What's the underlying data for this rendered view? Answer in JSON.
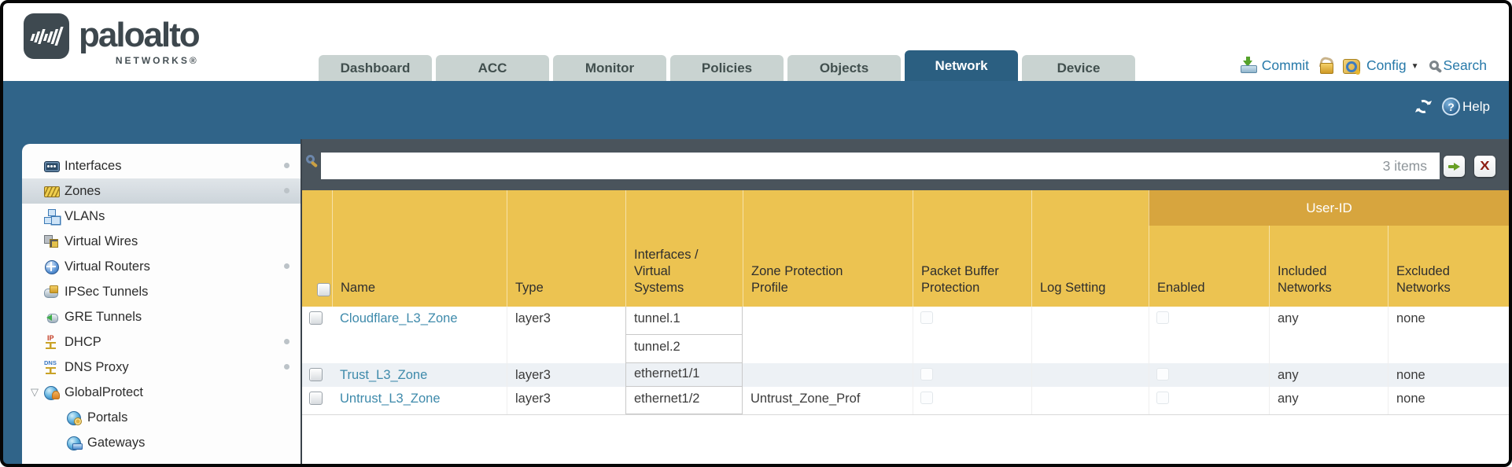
{
  "header": {
    "logo": {
      "brand": "paloalto",
      "sub": "NETWORKS®"
    },
    "tabs": [
      {
        "label": "Dashboard",
        "selected": false
      },
      {
        "label": "ACC",
        "selected": false
      },
      {
        "label": "Monitor",
        "selected": false
      },
      {
        "label": "Policies",
        "selected": false
      },
      {
        "label": "Objects",
        "selected": false
      },
      {
        "label": "Network",
        "selected": true
      },
      {
        "label": "Device",
        "selected": false
      }
    ],
    "actions": {
      "commit": "Commit",
      "config": "Config",
      "search": "Search"
    }
  },
  "toolbar": {
    "help": "Help"
  },
  "sidebar": {
    "items": [
      {
        "label": "Interfaces",
        "icon": "interfaces-icon",
        "selected": false,
        "dot": true,
        "child": false,
        "expander": false
      },
      {
        "label": "Zones",
        "icon": "zones-icon",
        "selected": true,
        "dot": true,
        "child": false,
        "expander": false
      },
      {
        "label": "VLANs",
        "icon": "vlans-icon",
        "selected": false,
        "dot": false,
        "child": false,
        "expander": false
      },
      {
        "label": "Virtual Wires",
        "icon": "virtual-wires-icon",
        "selected": false,
        "dot": false,
        "child": false,
        "expander": false
      },
      {
        "label": "Virtual Routers",
        "icon": "virtual-routers-icon",
        "selected": false,
        "dot": true,
        "child": false,
        "expander": false
      },
      {
        "label": "IPSec Tunnels",
        "icon": "ipsec-tunnels-icon",
        "selected": false,
        "dot": false,
        "child": false,
        "expander": false
      },
      {
        "label": "GRE Tunnels",
        "icon": "gre-tunnels-icon",
        "selected": false,
        "dot": false,
        "child": false,
        "expander": false
      },
      {
        "label": "DHCP",
        "icon": "dhcp-icon",
        "selected": false,
        "dot": true,
        "child": false,
        "expander": false
      },
      {
        "label": "DNS Proxy",
        "icon": "dns-proxy-icon",
        "selected": false,
        "dot": true,
        "child": false,
        "expander": false
      },
      {
        "label": "GlobalProtect",
        "icon": "globalprotect-icon",
        "selected": false,
        "dot": false,
        "child": false,
        "expander": true
      },
      {
        "label": "Portals",
        "icon": "portals-icon",
        "selected": false,
        "dot": false,
        "child": true,
        "expander": false
      },
      {
        "label": "Gateways",
        "icon": "gateways-icon",
        "selected": false,
        "dot": false,
        "child": true,
        "expander": false
      }
    ]
  },
  "filterbar": {
    "value": "",
    "placeholder": "",
    "count": "3 items"
  },
  "table": {
    "group_header": "User-ID",
    "columns": [
      {
        "label": "",
        "lines": []
      },
      {
        "label": "Name",
        "lines": [
          "Name"
        ]
      },
      {
        "label": "Type",
        "lines": [
          "Type"
        ]
      },
      {
        "label": "Interfaces / Virtual Systems",
        "lines": [
          "Interfaces /",
          "Virtual",
          "Systems"
        ]
      },
      {
        "label": "Zone Protection Profile",
        "lines": [
          "Zone Protection",
          "Profile"
        ]
      },
      {
        "label": "Packet Buffer Protection",
        "lines": [
          "Packet Buffer",
          "Protection"
        ]
      },
      {
        "label": "Log Setting",
        "lines": [
          "Log Setting"
        ]
      },
      {
        "label": "Enabled",
        "lines": [
          "Enabled"
        ],
        "group": "User-ID"
      },
      {
        "label": "Included Networks",
        "lines": [
          "Included",
          "Networks"
        ],
        "group": "User-ID"
      },
      {
        "label": "Excluded Networks",
        "lines": [
          "Excluded",
          "Networks"
        ],
        "group": "User-ID"
      }
    ],
    "rows": [
      {
        "name": "Cloudflare_L3_Zone",
        "type": "layer3",
        "interfaces": [
          "tunnel.1",
          "tunnel.2"
        ],
        "zone_protection_profile": "",
        "packet_buffer_protection": false,
        "log_setting": "",
        "user_id_enabled": false,
        "included_networks": "any",
        "excluded_networks": "none",
        "striped": false
      },
      {
        "name": "Trust_L3_Zone",
        "type": "layer3",
        "interfaces": [
          "ethernet1/1"
        ],
        "zone_protection_profile": "",
        "packet_buffer_protection": false,
        "log_setting": "",
        "user_id_enabled": false,
        "included_networks": "any",
        "excluded_networks": "none",
        "striped": true
      },
      {
        "name": "Untrust_L3_Zone",
        "type": "layer3",
        "interfaces": [
          "ethernet1/2"
        ],
        "zone_protection_profile": "Untrust_Zone_Prof",
        "packet_buffer_protection": false,
        "log_setting": "",
        "user_id_enabled": false,
        "included_networks": "any",
        "excluded_networks": "none",
        "striped": false
      }
    ]
  },
  "colors": {
    "teal_band": "#306489",
    "slate_panel": "#4a545c",
    "table_header_gold": "#ecc351",
    "group_header_gold": "#d7a53e",
    "selected_tab": "#2b5f81",
    "tab_gray": "#c9d3d1",
    "link_blue": "#3e8aab",
    "action_blue": "#2779a9"
  }
}
